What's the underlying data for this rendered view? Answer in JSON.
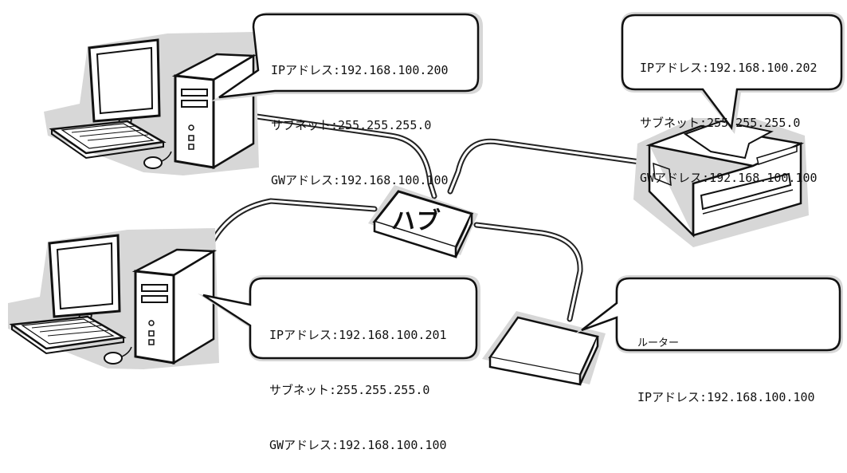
{
  "pc1_callout": {
    "ip": "IPアドレス:192.168.100.200",
    "subnet": "サブネット:255.255.255.0",
    "gw": "GWアドレス:192.168.100.100"
  },
  "pc2_callout": {
    "ip": "IPアドレス:192.168.100.201",
    "subnet": "サブネット:255.255.255.0",
    "gw": "GWアドレス:192.168.100.100"
  },
  "printer_callout": {
    "ip": "IPアドレス:192.168.100.202",
    "subnet": "サブネット:255.255.255.0",
    "gw": "GWアドレス:192.168.100.100"
  },
  "router_callout": {
    "name": "ルーター",
    "ip": "IPアドレス:192.168.100.100"
  },
  "hub": {
    "label": "ハブ"
  }
}
